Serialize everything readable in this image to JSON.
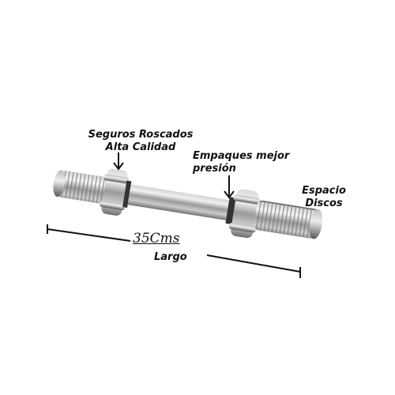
{
  "labels": {
    "seguros_line1": "Seguros Roscados",
    "seguros_line2": "Alta Calidad",
    "empaques_line1": "Empaques mejor",
    "empaques_line2": "presión",
    "espacio_line1": "Espacio",
    "espacio_line2": "Discos",
    "length_value": "35",
    "length_unit": "Cms",
    "largo": "Largo"
  },
  "icons": {
    "arrow_seguros": "down-arrow-icon",
    "arrow_empaques": "down-arrow-icon",
    "dimension_line": "dimension-line-icon"
  },
  "colors": {
    "text": "#111111",
    "chrome_light": "#f2f2f2",
    "chrome_dark": "#6e6e6e"
  }
}
